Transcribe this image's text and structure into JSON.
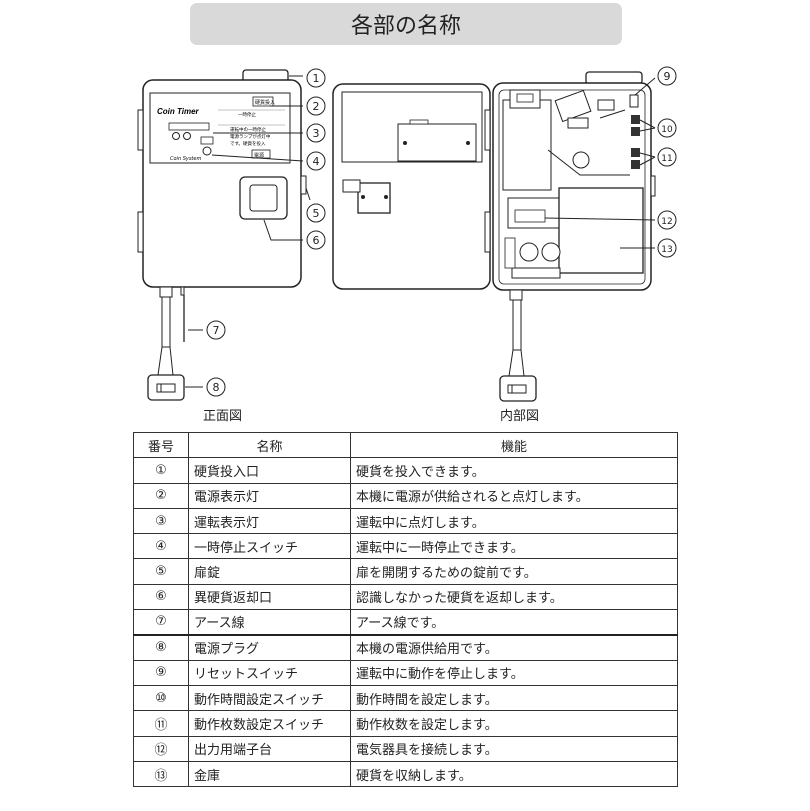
{
  "title": "各部の名称",
  "captions": {
    "front": "正面図",
    "inside": "内部図"
  },
  "device": {
    "logo": "Coin Timer",
    "system_label": "Coin System",
    "coin_slot_label": "硬貨投入",
    "panel_line1": "一時停止",
    "panel_line2": "運転中の一時停止",
    "panel_line3": "電源ランプが点灯中",
    "panel_line4": "です。硬貨を投入",
    "pause_button_label": "電源"
  },
  "callouts": [
    "①",
    "②",
    "③",
    "④",
    "⑤",
    "⑥",
    "⑦",
    "⑧",
    "⑨",
    "⑩",
    "⑪",
    "⑫",
    "⑬"
  ],
  "table": {
    "headers": [
      "番号",
      "名称",
      "機能"
    ],
    "rows": [
      {
        "num": "①",
        "name": "硬貨投入口",
        "func": "硬貨を投入できます。"
      },
      {
        "num": "②",
        "name": "電源表示灯",
        "func": "本機に電源が供給されると点灯します。"
      },
      {
        "num": "③",
        "name": "運転表示灯",
        "func": "運転中に点灯します。"
      },
      {
        "num": "④",
        "name": "一時停止スイッチ",
        "func": "運転中に一時停止できます。"
      },
      {
        "num": "⑤",
        "name": "扉錠",
        "func": "扉を開閉するための錠前です。"
      },
      {
        "num": "⑥",
        "name": "異硬貨返却口",
        "func": "認識しなかった硬貨を返却します。"
      },
      {
        "num": "⑦",
        "name": "アース線",
        "func": "アース線です。"
      },
      {
        "num": "⑧",
        "name": "電源プラグ",
        "func": "本機の電源供給用です。"
      },
      {
        "num": "⑨",
        "name": "リセットスイッチ",
        "func": "運転中に動作を停止します。"
      },
      {
        "num": "⑩",
        "name": "動作時間設定スイッチ",
        "func": "動作時間を設定します。"
      },
      {
        "num": "⑪",
        "name": "動作枚数設定スイッチ",
        "func": "動作枚数を設定します。"
      },
      {
        "num": "⑫",
        "name": "出力用端子台",
        "func": "電気器具を接続します。"
      },
      {
        "num": "⑬",
        "name": "金庫",
        "func": "硬貨を収納します。"
      }
    ]
  }
}
